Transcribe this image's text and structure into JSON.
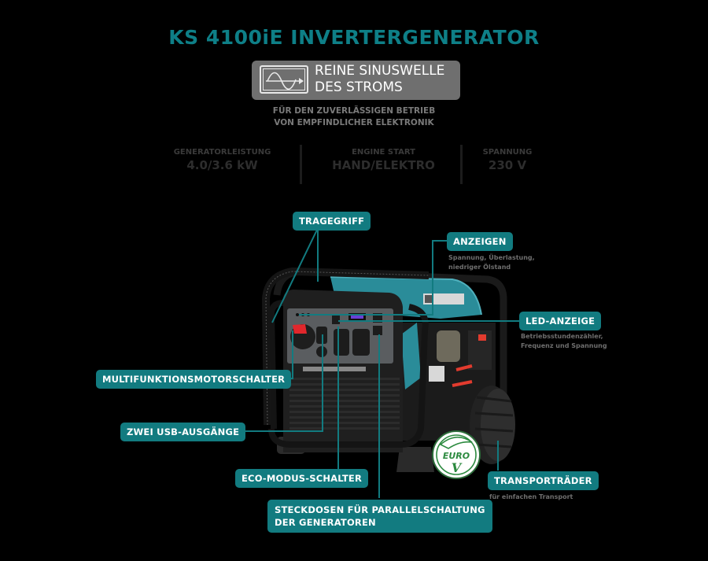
{
  "header": {
    "title": "KS 4100iE INVERTERGENERATOR",
    "badge": {
      "icon": "sine-wave-icon",
      "line1": "REINE SINUSWELLE",
      "line2": "DES STROMS"
    },
    "subtitle_line1": "FÜR DEN ZUVERLÄSSIGEN BETRIEB",
    "subtitle_line2": "VON EMPFINDLICHER ELEKTRONIK"
  },
  "specs": [
    {
      "label": "GENERATORLEISTUNG",
      "value": "4.0/3.6 kW"
    },
    {
      "label": "ENGINE START",
      "value": "HAND/ELEKTRO"
    },
    {
      "label": "SPANNUNG",
      "value": "230 V"
    }
  ],
  "callouts": {
    "tragegriff": {
      "label": "TRAGEGRIFF"
    },
    "anzeigen": {
      "label": "ANZEIGEN",
      "desc1": "Spannung, Überlastung,",
      "desc2": "niedriger Ölstand"
    },
    "led": {
      "label": "LED-ANZEIGE",
      "desc1": "Betriebsstundenzähler,",
      "desc2": "Frequenz und Spannung"
    },
    "motorschalter": {
      "label": "MULTIFUNKTIONSMOTORSCHALTER"
    },
    "usb": {
      "label": "ZWEI USB-AUSGÄNGE"
    },
    "eco": {
      "label": "ECO-MODUS-SCHALTER"
    },
    "steckdosen": {
      "label_line1": "STECKDOSEN FÜR PARALLELSCHALTUNG",
      "label_line2": "DER GENERATOREN"
    },
    "transport": {
      "label": "TRANSPORTRÄDER",
      "desc": "für einfachen Transport"
    }
  },
  "euro_badge": {
    "line1": "EURO",
    "line2": "V"
  },
  "colors": {
    "accent": "#127b80",
    "title": "#0e7f87",
    "badge_gray": "#6f6f6f",
    "body_teal": "#2a8c99"
  }
}
